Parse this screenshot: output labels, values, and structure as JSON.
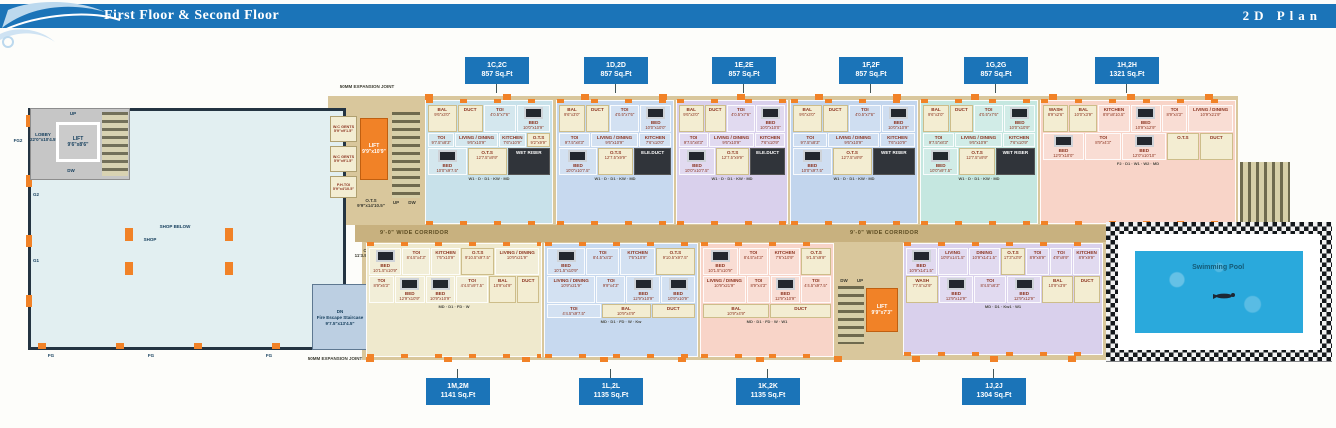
{
  "banner": {
    "title": "First Floor & Second Floor",
    "plan_label": "2D Plan"
  },
  "callouts": {
    "top": [
      {
        "unit": "1C,2C",
        "area": "857 Sq.Ft"
      },
      {
        "unit": "1D,2D",
        "area": "857 Sq.Ft"
      },
      {
        "unit": "1E,2E",
        "area": "857 Sq.Ft"
      },
      {
        "unit": "1F,2F",
        "area": "857 Sq.Ft"
      },
      {
        "unit": "1G,2G",
        "area": "857 Sq.Ft"
      },
      {
        "unit": "1H,2H",
        "area": "1321 Sq.Ft"
      }
    ],
    "bottom": [
      {
        "unit": "1M,2M",
        "area": "1141 Sq.Ft"
      },
      {
        "unit": "1L,2L",
        "area": "1135 Sq.Ft"
      },
      {
        "unit": "1K,2K",
        "area": "1135 Sq.Ft"
      },
      {
        "unit": "1J,2J",
        "area": "1304 Sq.Ft"
      }
    ]
  },
  "left_wing": {
    "lobby_label": "LOBBY",
    "lobby_dims": "22'0\"x10'4.5\"",
    "lift_label": "LIFT",
    "lift_dims": "9'6\"x8'6\"",
    "up": "UP",
    "dw": "DW",
    "shop_below": "SHOP BELOW",
    "shop": "SHOP",
    "fg2": "FG2",
    "g2": "G2",
    "g1": "G1",
    "fg": [
      "FG",
      "FG",
      "FG"
    ],
    "fire_dn": "DN",
    "fire_name": "Fire Escape Staircase",
    "fire_dims": "9'7.5\"x13'4.5\"",
    "ej_top": "50MM EXPANSION JOINT",
    "ej_bottom": "50MM EXPANSION JOINT"
  },
  "services": {
    "wc1_label": "W.C GENTS",
    "wc1_dims": "5'9\"x9'1.5\"",
    "wc2_label": "W.C GENTS",
    "wc2_dims": "5'9\"x9'1.5\"",
    "ph_label": "P.H.TOI",
    "ph_dims": "5'9\"x4'10.5\"",
    "lift_top_label": "LIFT",
    "lift_top_dims": "9'9\"x10'9\"",
    "lift_bottom_label": "LIFT",
    "lift_bottom_dims": "9'9\"x7'3\"",
    "up": "UP",
    "dw": "DW",
    "up2": "UP",
    "dw2": "DW",
    "ots1_label": "O.T.S",
    "ots1_dims": "9'9\"x14'10.5\"",
    "ots2_label": "O.T.S",
    "ots2_dims": "11'3.5\"x9'7.5\""
  },
  "corridor": {
    "label": "9'-0\" WIDE CORRIDOR"
  },
  "pool": {
    "label": "Swimming Pool"
  },
  "units": [
    {
      "id": "1c",
      "name": "1C,2C",
      "markers": "W1 · D · D1 · KW · MD",
      "rooms": [
        {
          "label": "BAL",
          "dims": "9'6\"x3'0\""
        },
        {
          "label": "DUCT",
          "dims": ""
        },
        {
          "label": "TOI",
          "dims": "4'0.5\"x7'6\""
        },
        {
          "label": "BED",
          "dims": "10'0\"x10'9\""
        },
        {
          "label": "TOI",
          "dims": "9'7.5\"x8'3\""
        },
        {
          "label": "LIVING / DINING",
          "dims": "9'6\"x10'9\""
        },
        {
          "label": "KITCHEN",
          "dims": "7'6\"x10'9\""
        },
        {
          "label": "O.T.S",
          "dims": "9'2\"x9'9\""
        },
        {
          "label": "BED",
          "dims": "10'0\"x9'7.5\""
        },
        {
          "label": "O.T.S",
          "dims": "12'7.5\"x9'9\""
        },
        {
          "label": "WET RISER",
          "dims": ""
        }
      ]
    },
    {
      "id": "1d",
      "name": "1D,2D",
      "markers": "W1 · D · D1 · KW · MD",
      "rooms": [
        {
          "label": "BAL",
          "dims": "9'6\"x3'0\""
        },
        {
          "label": "DUCT",
          "dims": ""
        },
        {
          "label": "TOI",
          "dims": "4'0.5\"x7'6\""
        },
        {
          "label": "BED",
          "dims": "10'0\"x10'0\""
        },
        {
          "label": "TOI",
          "dims": "9'7.5\"x8'3\""
        },
        {
          "label": "LIVING / DINING",
          "dims": "9'6\"x10'9\""
        },
        {
          "label": "KITCHEN",
          "dims": "7'6\"x10'0\""
        },
        {
          "label": "BED",
          "dims": "10'0\"x10'7.5\""
        },
        {
          "label": "O.T.S",
          "dims": "12'7.5\"x9'9\""
        },
        {
          "label": "ELE.DUCT",
          "dims": ""
        }
      ]
    },
    {
      "id": "1e",
      "name": "1E,2E",
      "markers": "W1 · D · D1 · KW · MD",
      "rooms": [
        {
          "label": "BAL",
          "dims": "9'6\"x3'0\""
        },
        {
          "label": "DUCT",
          "dims": ""
        },
        {
          "label": "TOI",
          "dims": "4'0.5\"x7'6\""
        },
        {
          "label": "BED",
          "dims": "10'0\"x10'0\""
        },
        {
          "label": "TOI",
          "dims": "9'7.5\"x8'3\""
        },
        {
          "label": "LIVING / DINING",
          "dims": "9'6\"x10'9\""
        },
        {
          "label": "KITCHEN",
          "dims": "7'6\"x10'9\""
        },
        {
          "label": "BED",
          "dims": "10'0\"x10'7.5\""
        },
        {
          "label": "O.T.S",
          "dims": "12'7.5\"x9'9\""
        },
        {
          "label": "ELE.DUCT",
          "dims": ""
        }
      ]
    },
    {
      "id": "1f",
      "name": "1F,2F",
      "markers": "W1 · D · D1 · KW · MD",
      "rooms": [
        {
          "label": "BAL",
          "dims": "9'6\"x3'0\""
        },
        {
          "label": "DUCT",
          "dims": ""
        },
        {
          "label": "TOI",
          "dims": "4'0.5\"x7'6\""
        },
        {
          "label": "BED",
          "dims": "10'0\"x10'9\""
        },
        {
          "label": "TOI",
          "dims": "9'7.5\"x8'3\""
        },
        {
          "label": "LIVING / DINING",
          "dims": "9'6\"x10'9\""
        },
        {
          "label": "KITCHEN",
          "dims": "7'6\"x10'9\""
        },
        {
          "label": "BED",
          "dims": "10'0\"x9'7.5\""
        },
        {
          "label": "O.T.S",
          "dims": "12'7.5\"x9'9\""
        },
        {
          "label": "WET RISER",
          "dims": ""
        }
      ]
    },
    {
      "id": "1g",
      "name": "1G,2G",
      "markers": "W1 · D · D1 · KW · MD",
      "rooms": [
        {
          "label": "BAL",
          "dims": "9'6\"x3'0\""
        },
        {
          "label": "DUCT",
          "dims": ""
        },
        {
          "label": "TOI",
          "dims": "4'0.5\"x7'6\""
        },
        {
          "label": "BED",
          "dims": "10'0\"x10'9\""
        },
        {
          "label": "TOI",
          "dims": "9'7.5\"x8'3\""
        },
        {
          "label": "LIVING / DINING",
          "dims": "9'6\"x10'9\""
        },
        {
          "label": "KITCHEN",
          "dims": "7'6\"x10'9\""
        },
        {
          "label": "BED",
          "dims": "10'0\"x9'7.5\""
        },
        {
          "label": "O.T.S",
          "dims": "12'7.5\"x9'9\""
        },
        {
          "label": "WET RISER",
          "dims": ""
        }
      ]
    },
    {
      "id": "1h",
      "name": "1H,2H",
      "markers": "F2 · D1 · W1 · W2 · MD",
      "rooms": [
        {
          "label": "WASH",
          "dims": "8'9\"x2'6\""
        },
        {
          "label": "BAL",
          "dims": "10'0\"x3'9\""
        },
        {
          "label": "KITCHEN",
          "dims": "8'9\"x8'10.5\""
        },
        {
          "label": "BED",
          "dims": "10'9\"x12'9\""
        },
        {
          "label": "TOI",
          "dims": "8'9\"x4'3\""
        },
        {
          "label": "LIVING / DINING",
          "dims": "10'9\"x21'9\""
        },
        {
          "label": "BED",
          "dims": "12'0\"x10'0\""
        },
        {
          "label": "TOI",
          "dims": "8'9\"x4'3\""
        },
        {
          "label": "BED",
          "dims": "12'0\"x10'10\""
        },
        {
          "label": "O.T.S",
          "dims": ""
        },
        {
          "label": "DUCT",
          "dims": ""
        }
      ]
    },
    {
      "id": "1m",
      "name": "1M,2M",
      "markers": "MD · D1 · FD · W",
      "rooms": [
        {
          "label": "BED",
          "dims": "10'1.5\"x10'9\""
        },
        {
          "label": "TOI",
          "dims": "8'4.5\"x4'3\""
        },
        {
          "label": "KITCHEN",
          "dims": "7'6\"x10'9\""
        },
        {
          "label": "O.T.S",
          "dims": "9'10.5\"x9'7.5\""
        },
        {
          "label": "LIVING / DINING",
          "dims": "10'9\"x21'9\""
        },
        {
          "label": "TOI",
          "dims": "8'9\"x6'3\""
        },
        {
          "label": "BED",
          "dims": "12'9\"x10'9\""
        },
        {
          "label": "BED",
          "dims": "10'9\"x10'9\""
        },
        {
          "label": "TOI",
          "dims": "4'4.5\"x9'7.5\""
        },
        {
          "label": "BAL",
          "dims": "10'9\"x4'9\""
        },
        {
          "label": "DUCT",
          "dims": ""
        }
      ]
    },
    {
      "id": "1l",
      "name": "1L,2L",
      "markers": "MD · D1 · FD · W · Kw",
      "rooms": [
        {
          "label": "BED",
          "dims": "10'1.5\"x10'9\""
        },
        {
          "label": "TOI",
          "dims": "8'4.5\"x4'3\""
        },
        {
          "label": "KITCHEN",
          "dims": "7'6\"x10'9\""
        },
        {
          "label": "O.T.S",
          "dims": "9'10.5\"x9'7.5\""
        },
        {
          "label": "LIVING / DINING",
          "dims": "10'9\"x21'9\""
        },
        {
          "label": "TOI",
          "dims": "9'9\"x4'3\""
        },
        {
          "label": "BED",
          "dims": "12'9\"x10'9\""
        },
        {
          "label": "BED",
          "dims": "10'9\"x10'9\""
        },
        {
          "label": "TOI",
          "dims": "4'4.5\"x9'7.5\""
        },
        {
          "label": "BAL",
          "dims": "10'9\"x4'9\""
        },
        {
          "label": "DUCT",
          "dims": ""
        }
      ]
    },
    {
      "id": "1k",
      "name": "1K,2K",
      "markers": "MD · D1 · FD · W · W1",
      "rooms": [
        {
          "label": "BED",
          "dims": "10'1.5\"x10'9\""
        },
        {
          "label": "TOI",
          "dims": "8'4.5\"x4'3\""
        },
        {
          "label": "KITCHEN",
          "dims": "7'6\"x10'9\""
        },
        {
          "label": "O.T.S",
          "dims": "9'1.5\"x9'9\""
        },
        {
          "label": "LIVING / DINING",
          "dims": "10'9\"x21'9\""
        },
        {
          "label": "TOI",
          "dims": "8'9\"x4'3\""
        },
        {
          "label": "BED",
          "dims": "12'9\"x10'9\""
        },
        {
          "label": "TOI",
          "dims": "4'4.5\"x9'7.5\""
        },
        {
          "label": "BAL",
          "dims": "10'9\"x4'9\""
        },
        {
          "label": "DUCT",
          "dims": ""
        }
      ]
    },
    {
      "id": "1j",
      "name": "1J,2J",
      "markers": "MD · D1 · Kw1 · W1",
      "rooms": [
        {
          "label": "BED",
          "dims": "10'9\"x14'1.5\""
        },
        {
          "label": "LIVING",
          "dims": "10'9\"x14'1.5\""
        },
        {
          "label": "DINING",
          "dims": "10'9\"x14'1.5\""
        },
        {
          "label": "O.T.S",
          "dims": "17'3\"x3'9\""
        },
        {
          "label": "TOI",
          "dims": "8'9\"x8'9\""
        },
        {
          "label": "TOI",
          "dims": "4'9\"x9'9\""
        },
        {
          "label": "KITCHEN",
          "dims": "8'9\"x9'9\""
        },
        {
          "label": "WASH",
          "dims": "7'7.5\"x2'9\""
        },
        {
          "label": "BED",
          "dims": "12'9\"x12'9\""
        },
        {
          "label": "TOI",
          "dims": "8'4.5\"x6'3\""
        },
        {
          "label": "BED",
          "dims": "12'9\"x12'9\""
        },
        {
          "label": "BAL",
          "dims": "10'9\"x3'9\""
        },
        {
          "label": "DUCT",
          "dims": ""
        }
      ]
    }
  ]
}
